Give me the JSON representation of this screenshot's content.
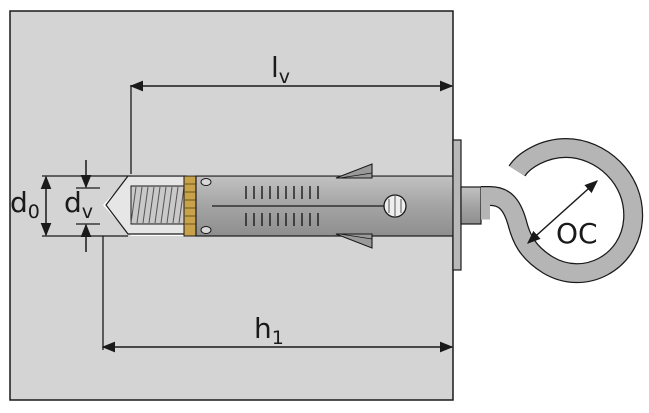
{
  "labels": {
    "lv_main": "l",
    "lv_sub": "v",
    "d0_main": "d",
    "d0_sub": "0",
    "dv_main": "d",
    "dv_sub": "v",
    "h1_main": "h",
    "h1_sub": "1",
    "oc": "OC"
  },
  "colors": {
    "wall_fill": "#d4d4d4",
    "wall_stroke": "#1a1a1a",
    "anchor_body": "#a6a6a6",
    "anchor_dark": "#7a7a7a",
    "brass": "#c8a24a",
    "hook": "#b5b5b5",
    "dimension_line": "#1a1a1a"
  }
}
